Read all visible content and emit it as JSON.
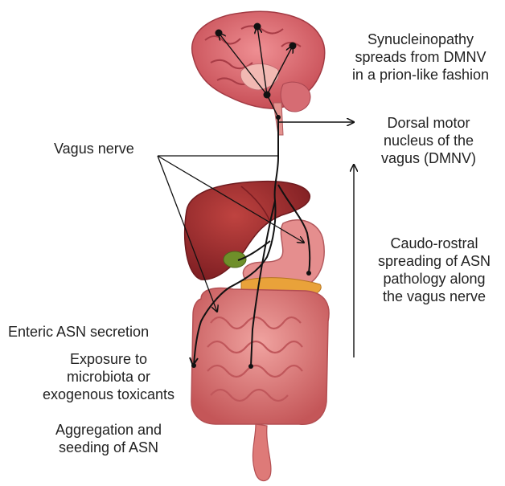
{
  "labels": {
    "synuclein": [
      "Synucleinopathy",
      "spreads from DMNV",
      "in a prion-like fashion"
    ],
    "vagus": "Vagus nerve",
    "dmnv": [
      "Dorsal motor",
      "nucleus of the",
      "vagus (DMNV)"
    ],
    "caudo": [
      "Caudo-rostral",
      "spreading of ASN",
      "pathology along",
      "the vagus nerve"
    ],
    "enteric": "Enteric ASN secretion",
    "exposure": [
      "Exposure to",
      "microbiota or",
      "exogenous toxicants"
    ],
    "aggregation": [
      "Aggregation and",
      "seeding of ASN"
    ]
  },
  "colors": {
    "brain": "#d9646a",
    "brain_dark": "#b8434c",
    "liver": "#9b2b2b",
    "liver_light": "#b53a38",
    "stomach": "#e58e8e",
    "gallbladder": "#6f8f2a",
    "pancreas": "#e9a23a",
    "intestine": "#de7a78",
    "intestine_dark": "#c85a5c",
    "nerve": "#111111",
    "arrow": "#111111"
  }
}
